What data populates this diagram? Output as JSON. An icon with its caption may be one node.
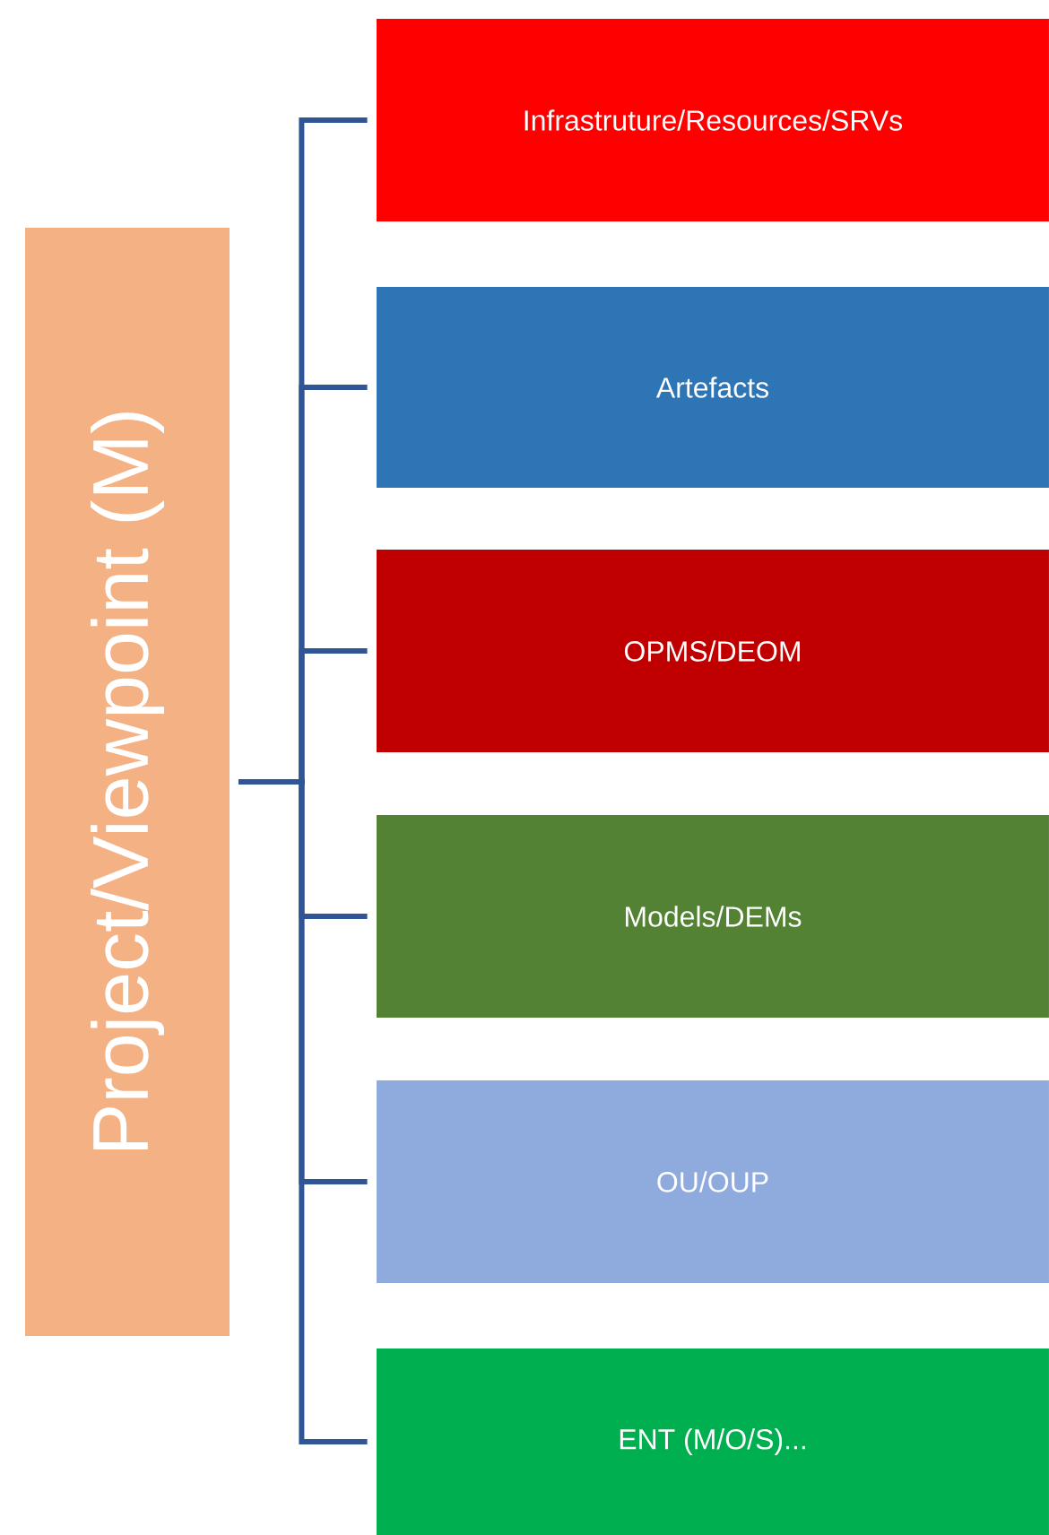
{
  "diagram": {
    "nodes": [
      {
        "text": [
          "Project/Viewpoint (M)"
        ]
      },
      {
        "text": [
          "Infrastruture/Resources/SRVs"
        ]
      },
      {
        "text": [
          "Artefacts"
        ]
      },
      {
        "text": [
          "OPMS/DEOM"
        ]
      },
      {
        "text": [
          "Models/DEMs"
        ]
      },
      {
        "text": [
          "OU/OUP"
        ]
      },
      {
        "text": [
          "ENT (M/O/S)..."
        ]
      }
    ],
    "edges": [
      {
        "from": 0,
        "to": 1,
        "arrow": "none"
      },
      {
        "from": 0,
        "to": 2,
        "arrow": "none"
      },
      {
        "from": 0,
        "to": 3,
        "arrow": "none"
      },
      {
        "from": 0,
        "to": 4,
        "arrow": "none"
      },
      {
        "from": 0,
        "to": 5,
        "arrow": "none"
      },
      {
        "from": 0,
        "to": 6,
        "arrow": "none"
      }
    ]
  }
}
